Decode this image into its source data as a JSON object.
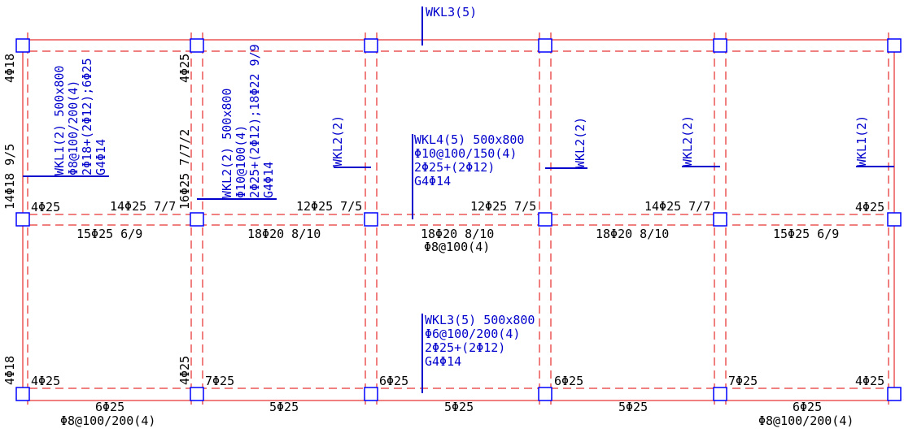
{
  "colors": {
    "frame": "#e00000",
    "column": "#0000ff",
    "beam_annotation": "#0000cc",
    "rebar_text": "#000000",
    "background": "#ffffff"
  },
  "drawing": {
    "top_beam_tag": "WKL3(5)",
    "bottom_beam": {
      "annotation": [
        "WKL3(5) 500x800",
        "Φ6@100/200(4)",
        "2Φ25+(2Φ12)",
        "G4Φ14"
      ],
      "span_bottom_bars": [
        "6Φ25",
        "5Φ25",
        "5Φ25",
        "5Φ25",
        "6Φ25"
      ],
      "stirrups_end_spans": [
        "Φ8@100/200(4)",
        "Φ8@100/200(4)"
      ],
      "support_bars": [
        "4Φ25",
        "7Φ25",
        "6Φ25",
        "6Φ25",
        "7Φ25",
        "4Φ25"
      ],
      "vertical_support_labels": [
        "4Φ18",
        "4Φ25"
      ]
    },
    "middle_beam": {
      "annotation": [
        "WKL4(5) 500x800",
        "Φ10@100/150(4)",
        "2Φ25+(2Φ12)",
        "G4Φ14"
      ],
      "span_bottom_bars": [
        "15Φ25 6/9",
        "18Φ20 8/10",
        "18Φ20 8/10",
        "18Φ20 8/10",
        "15Φ25 6/9"
      ],
      "center_stirrup": "Φ8@100(4)",
      "support_bars": [
        "4Φ25",
        "14Φ25 7/7",
        "12Φ25 7/5",
        "12Φ25 7/5",
        "14Φ25 7/7",
        "4Φ25"
      ],
      "vertical_support_labels": [
        "14Φ18 9/5",
        "16Φ25 7/7/2"
      ]
    },
    "top_support_labels": [
      "4Φ18",
      "4Φ25"
    ],
    "cross_beams": [
      {
        "id": "wkl1-left",
        "lines": [
          "WKL1(2) 500x800",
          "Φ8@100/200(4)",
          "2Φ18+(2Φ12);6Φ25",
          "G4Φ14"
        ]
      },
      {
        "id": "wkl2-second",
        "lines": [
          "WKL2(2) 500x800",
          "Φ10@100(4)",
          "2Φ25+(2Φ12);18Φ22 9/9",
          "G4Φ14"
        ]
      },
      {
        "id": "wkl2-third",
        "lines": [
          "WKL2(2)"
        ]
      },
      {
        "id": "wkl2-fourth",
        "lines": [
          "WKL2(2)"
        ]
      },
      {
        "id": "wkl2-fifth",
        "lines": [
          "WKL2(2)"
        ]
      },
      {
        "id": "wkl1-right",
        "lines": [
          "WKL1(2)"
        ]
      }
    ]
  }
}
